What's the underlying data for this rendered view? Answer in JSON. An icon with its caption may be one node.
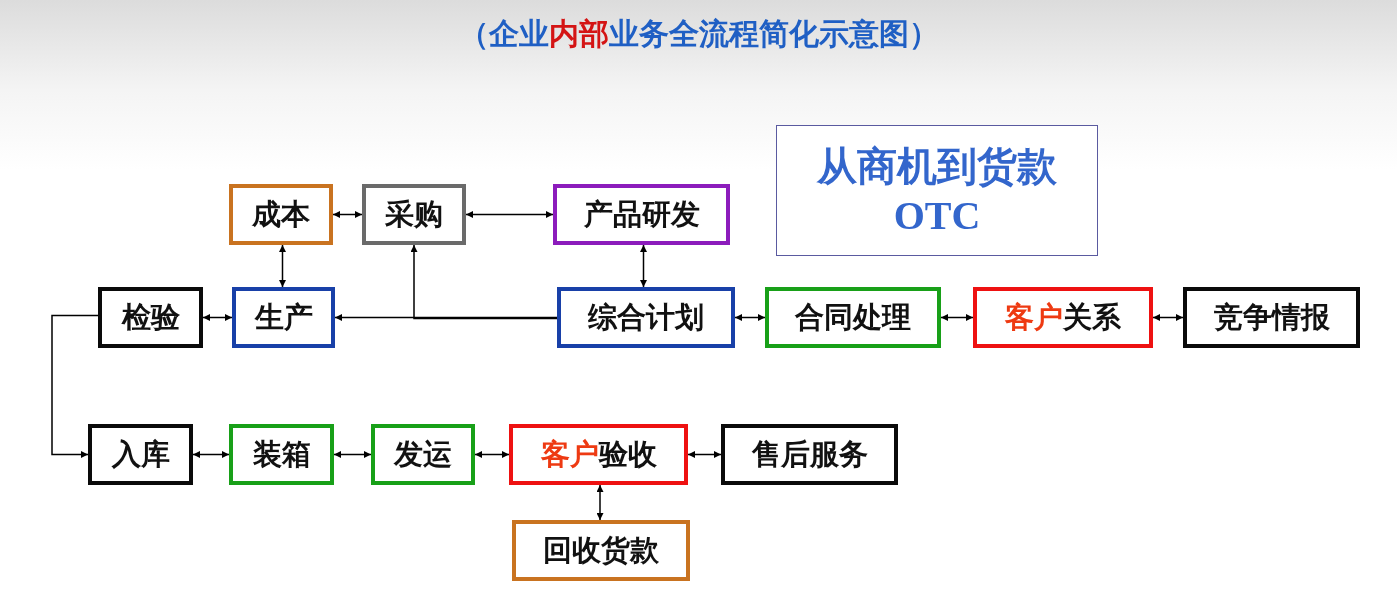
{
  "diagram": {
    "title": "（企业**内部**业务全流程简化示意图）",
    "nodes": [
      {
        "text": [
          "从商机到货款",
          "OTC"
        ]
      },
      {
        "text": [
          "成本"
        ]
      },
      {
        "text": [
          "采购"
        ]
      },
      {
        "text": [
          "产品研发"
        ]
      },
      {
        "text": [
          "检验"
        ]
      },
      {
        "text": [
          "生产"
        ]
      },
      {
        "text": [
          "综合计划"
        ]
      },
      {
        "text": [
          "合同处理"
        ]
      },
      {
        "text": [
          "**客户**关系"
        ]
      },
      {
        "text": [
          "竞争情报"
        ]
      },
      {
        "text": [
          "入库"
        ]
      },
      {
        "text": [
          "装箱"
        ]
      },
      {
        "text": [
          "发运"
        ]
      },
      {
        "text": [
          "**客户**验收"
        ]
      },
      {
        "text": [
          "售后服务"
        ]
      },
      {
        "text": [
          "回收货款"
        ]
      }
    ],
    "edges": [
      {
        "from": 1,
        "to": 2,
        "arrow": "both"
      },
      {
        "from": 2,
        "to": 3,
        "arrow": "both"
      },
      {
        "from": 1,
        "to": 5,
        "arrow": "both"
      },
      {
        "from": 3,
        "to": 6,
        "arrow": "both"
      },
      {
        "from": 6,
        "to": 5,
        "arrow": "to"
      },
      {
        "from": 6,
        "to": 2,
        "arrow": "to"
      },
      {
        "from": 4,
        "to": 5,
        "arrow": "both"
      },
      {
        "from": 4,
        "to": 10,
        "arrow": "to"
      },
      {
        "from": 6,
        "to": 7,
        "arrow": "both"
      },
      {
        "from": 7,
        "to": 8,
        "arrow": "both"
      },
      {
        "from": 8,
        "to": 9,
        "arrow": "both"
      },
      {
        "from": 10,
        "to": 11,
        "arrow": "both"
      },
      {
        "from": 11,
        "to": 12,
        "arrow": "both"
      },
      {
        "from": 12,
        "to": 13,
        "arrow": "both"
      },
      {
        "from": 13,
        "to": 14,
        "arrow": "both"
      },
      {
        "from": 13,
        "to": 15,
        "arrow": "both"
      }
    ]
  }
}
